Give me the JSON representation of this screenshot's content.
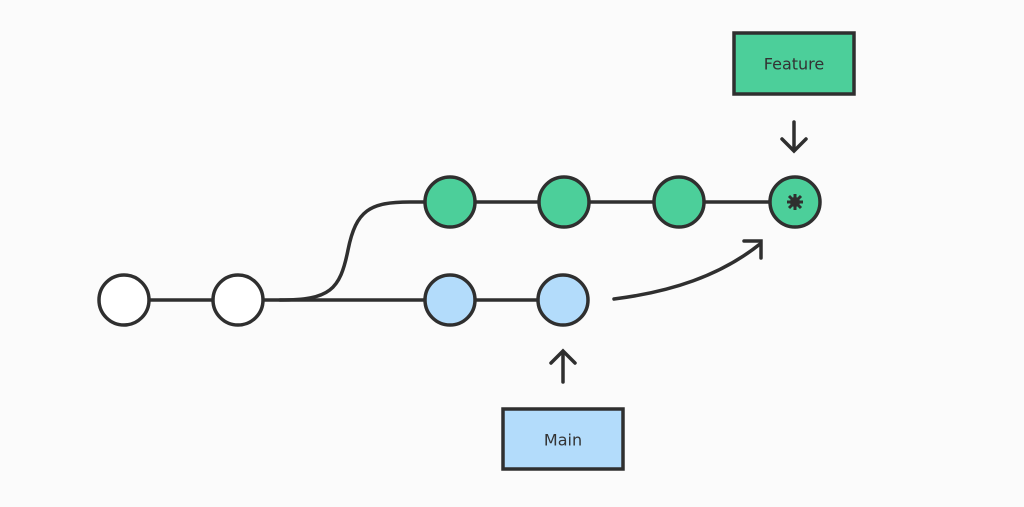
{
  "diagram": {
    "type": "git-branch",
    "colors": {
      "stroke": "#2f2f2f",
      "base_commit": "#ffffff",
      "feature": "#4ccf9a",
      "main": "#b3dcfb",
      "background": "#fbfbfb"
    },
    "labels": {
      "feature": "Feature",
      "main": "Main"
    },
    "commits": [
      {
        "id": "c1",
        "branch": "base"
      },
      {
        "id": "c2",
        "branch": "base"
      },
      {
        "id": "f1",
        "branch": "feature"
      },
      {
        "id": "f2",
        "branch": "feature"
      },
      {
        "id": "f3",
        "branch": "feature"
      },
      {
        "id": "f4",
        "branch": "feature",
        "marker": "asterisk",
        "head": true
      },
      {
        "id": "m1",
        "branch": "main"
      },
      {
        "id": "m2",
        "branch": "main",
        "head": true
      }
    ],
    "edges": [
      {
        "from": "c1",
        "to": "c2"
      },
      {
        "from": "c2",
        "to": "f1",
        "style": "curve"
      },
      {
        "from": "c2",
        "to": "m1"
      },
      {
        "from": "f1",
        "to": "f2"
      },
      {
        "from": "f2",
        "to": "f3"
      },
      {
        "from": "f3",
        "to": "f4"
      },
      {
        "from": "m1",
        "to": "m2"
      },
      {
        "from": "m2",
        "to": "f4",
        "style": "arrow-curve"
      }
    ]
  }
}
